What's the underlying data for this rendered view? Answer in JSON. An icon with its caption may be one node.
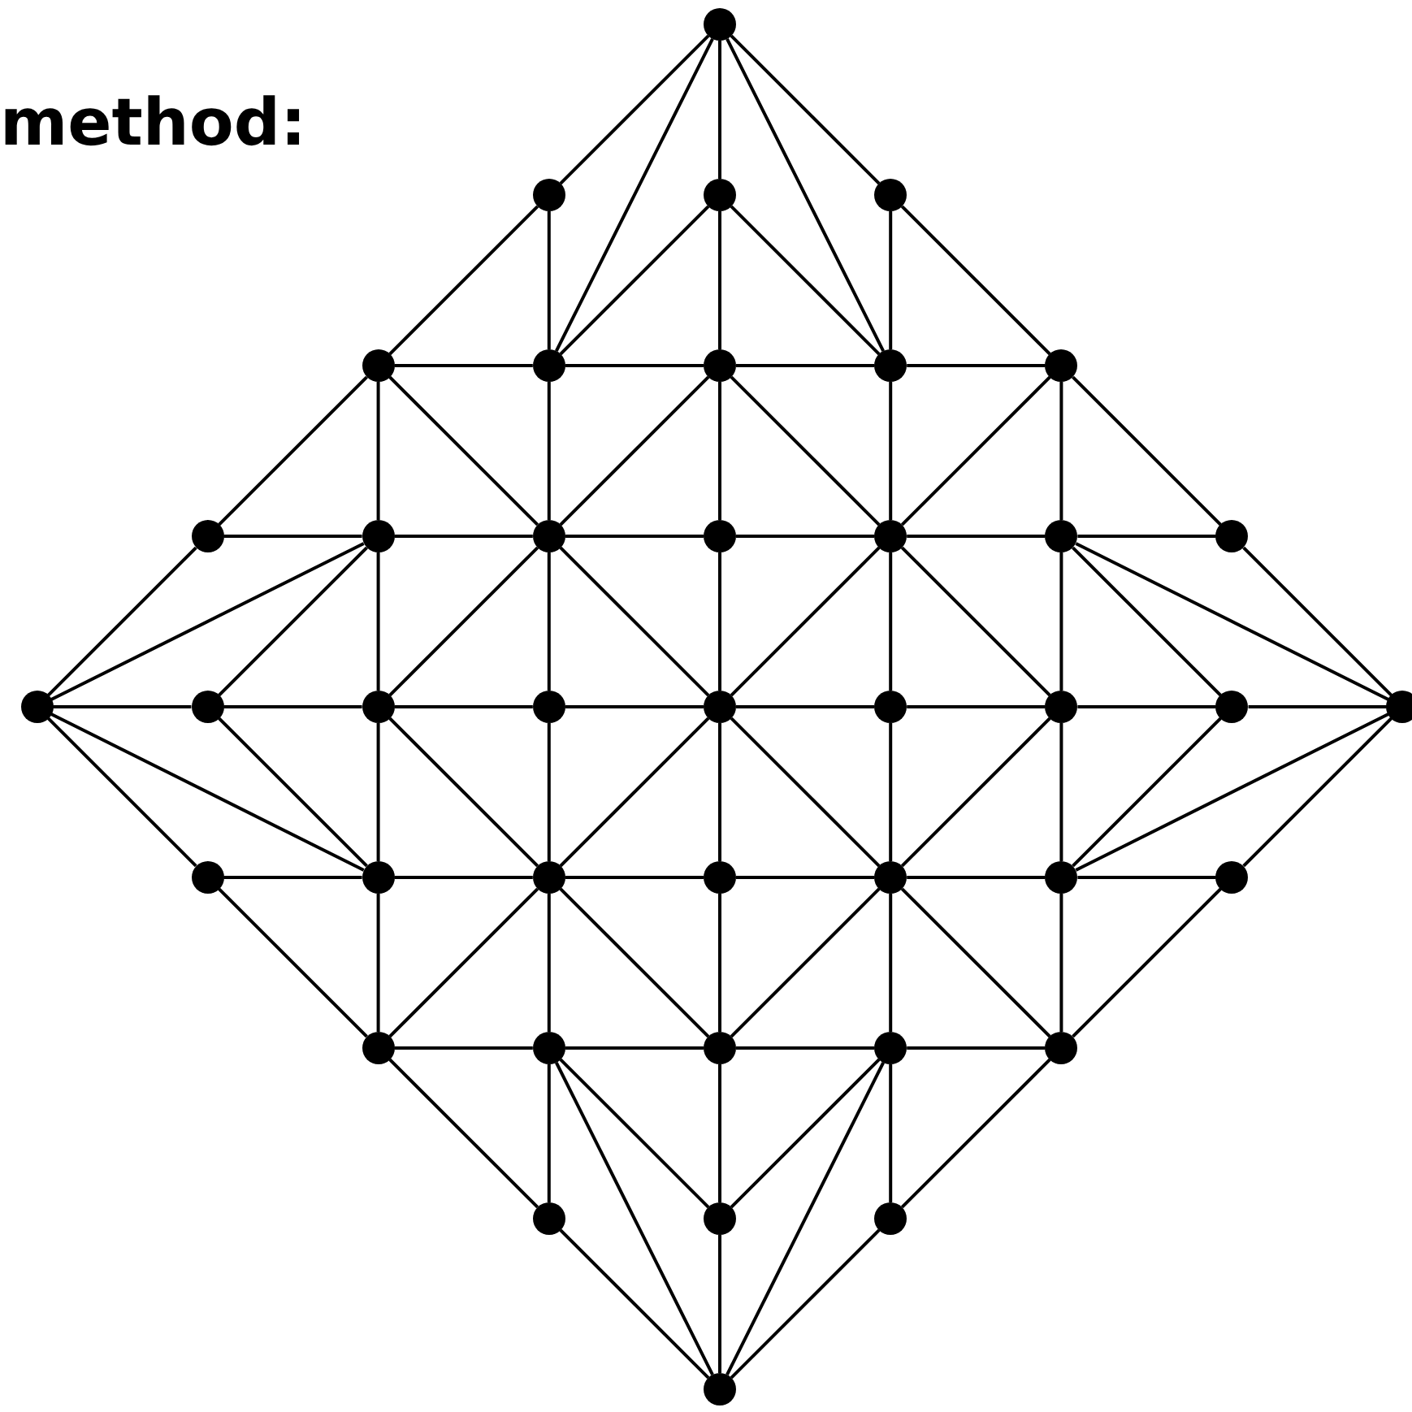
{
  "diagram": {
    "nodes": [
      {
        "text": [],
        "shape": "circle"
      },
      {
        "text": [],
        "shape": "circle"
      },
      {
        "text": [],
        "shape": "circle"
      },
      {
        "text": [],
        "shape": "circle"
      },
      {
        "text": [],
        "shape": "circle"
      },
      {
        "text": [],
        "shape": "circle"
      },
      {
        "text": [],
        "shape": "circle"
      },
      {
        "text": [],
        "shape": "circle"
      },
      {
        "text": [],
        "shape": "circle"
      },
      {
        "text": [],
        "shape": "circle"
      },
      {
        "text": [],
        "shape": "circle"
      },
      {
        "text": [],
        "shape": "circle"
      },
      {
        "text": [],
        "shape": "circle"
      },
      {
        "text": [],
        "shape": "circle"
      },
      {
        "text": [],
        "shape": "circle"
      },
      {
        "text": [],
        "shape": "circle"
      },
      {
        "text": [],
        "shape": "circle"
      },
      {
        "text": [],
        "shape": "circle"
      },
      {
        "text": [],
        "shape": "circle"
      },
      {
        "text": [],
        "shape": "circle"
      },
      {
        "text": [],
        "shape": "circle"
      },
      {
        "text": [],
        "shape": "circle"
      },
      {
        "text": [],
        "shape": "circle"
      },
      {
        "text": [],
        "shape": "circle"
      },
      {
        "text": [],
        "shape": "circle"
      },
      {
        "text": [],
        "shape": "circle"
      },
      {
        "text": [],
        "shape": "circle"
      },
      {
        "text": [],
        "shape": "circle"
      },
      {
        "text": [],
        "shape": "circle"
      },
      {
        "text": [],
        "shape": "circle"
      },
      {
        "text": [],
        "shape": "circle"
      },
      {
        "text": [],
        "shape": "circle"
      },
      {
        "text": [],
        "shape": "circle"
      },
      {
        "text": [],
        "shape": "circle"
      },
      {
        "text": [],
        "shape": "circle"
      },
      {
        "text": [],
        "shape": "circle"
      },
      {
        "text": [],
        "shape": "circle"
      },
      {
        "text": [],
        "shape": "circle"
      },
      {
        "text": [],
        "shape": "circle"
      },
      {
        "text": [],
        "shape": "circle"
      },
      {
        "text": [],
        "shape": "circle"
      }
    ],
    "edges": [
      {
        "from": 0,
        "to": 1,
        "arrow": "none"
      },
      {
        "from": 0,
        "to": 5,
        "arrow": "none"
      },
      {
        "from": 0,
        "to": 2,
        "arrow": "none"
      },
      {
        "from": 0,
        "to": 3,
        "arrow": "none"
      },
      {
        "from": 0,
        "to": 7,
        "arrow": "none"
      },
      {
        "from": 1,
        "to": 4,
        "arrow": "none"
      },
      {
        "from": 1,
        "to": 5,
        "arrow": "none"
      },
      {
        "from": 2,
        "to": 5,
        "arrow": "none"
      },
      {
        "from": 2,
        "to": 6,
        "arrow": "none"
      },
      {
        "from": 2,
        "to": 7,
        "arrow": "none"
      },
      {
        "from": 3,
        "to": 7,
        "arrow": "none"
      },
      {
        "from": 3,
        "to": 8,
        "arrow": "none"
      },
      {
        "from": 4,
        "to": 5,
        "arrow": "none"
      },
      {
        "from": 5,
        "to": 6,
        "arrow": "none"
      },
      {
        "from": 6,
        "to": 7,
        "arrow": "none"
      },
      {
        "from": 7,
        "to": 8,
        "arrow": "none"
      },
      {
        "from": 4,
        "to": 9,
        "arrow": "none"
      },
      {
        "from": 4,
        "to": 10,
        "arrow": "none"
      },
      {
        "from": 4,
        "to": 11,
        "arrow": "none"
      },
      {
        "from": 5,
        "to": 11,
        "arrow": "none"
      },
      {
        "from": 6,
        "to": 11,
        "arrow": "none"
      },
      {
        "from": 6,
        "to": 12,
        "arrow": "none"
      },
      {
        "from": 6,
        "to": 13,
        "arrow": "none"
      },
      {
        "from": 7,
        "to": 13,
        "arrow": "none"
      },
      {
        "from": 8,
        "to": 13,
        "arrow": "none"
      },
      {
        "from": 8,
        "to": 14,
        "arrow": "none"
      },
      {
        "from": 8,
        "to": 15,
        "arrow": "none"
      },
      {
        "from": 9,
        "to": 10,
        "arrow": "none"
      },
      {
        "from": 10,
        "to": 11,
        "arrow": "none"
      },
      {
        "from": 11,
        "to": 12,
        "arrow": "none"
      },
      {
        "from": 12,
        "to": 13,
        "arrow": "none"
      },
      {
        "from": 13,
        "to": 14,
        "arrow": "none"
      },
      {
        "from": 14,
        "to": 15,
        "arrow": "none"
      },
      {
        "from": 9,
        "to": 16,
        "arrow": "none"
      },
      {
        "from": 10,
        "to": 16,
        "arrow": "none"
      },
      {
        "from": 10,
        "to": 17,
        "arrow": "none"
      },
      {
        "from": 10,
        "to": 18,
        "arrow": "none"
      },
      {
        "from": 11,
        "to": 18,
        "arrow": "none"
      },
      {
        "from": 11,
        "to": 19,
        "arrow": "none"
      },
      {
        "from": 11,
        "to": 20,
        "arrow": "none"
      },
      {
        "from": 12,
        "to": 20,
        "arrow": "none"
      },
      {
        "from": 13,
        "to": 20,
        "arrow": "none"
      },
      {
        "from": 13,
        "to": 21,
        "arrow": "none"
      },
      {
        "from": 13,
        "to": 22,
        "arrow": "none"
      },
      {
        "from": 14,
        "to": 22,
        "arrow": "none"
      },
      {
        "from": 14,
        "to": 23,
        "arrow": "none"
      },
      {
        "from": 14,
        "to": 24,
        "arrow": "none"
      },
      {
        "from": 15,
        "to": 24,
        "arrow": "none"
      },
      {
        "from": 16,
        "to": 17,
        "arrow": "none"
      },
      {
        "from": 17,
        "to": 18,
        "arrow": "none"
      },
      {
        "from": 18,
        "to": 19,
        "arrow": "none"
      },
      {
        "from": 19,
        "to": 20,
        "arrow": "none"
      },
      {
        "from": 20,
        "to": 21,
        "arrow": "none"
      },
      {
        "from": 21,
        "to": 22,
        "arrow": "none"
      },
      {
        "from": 22,
        "to": 23,
        "arrow": "none"
      },
      {
        "from": 23,
        "to": 24,
        "arrow": "none"
      },
      {
        "from": 16,
        "to": 25,
        "arrow": "none"
      },
      {
        "from": 16,
        "to": 26,
        "arrow": "none"
      },
      {
        "from": 17,
        "to": 26,
        "arrow": "none"
      },
      {
        "from": 18,
        "to": 26,
        "arrow": "none"
      },
      {
        "from": 18,
        "to": 27,
        "arrow": "none"
      },
      {
        "from": 19,
        "to": 27,
        "arrow": "none"
      },
      {
        "from": 20,
        "to": 27,
        "arrow": "none"
      },
      {
        "from": 20,
        "to": 28,
        "arrow": "none"
      },
      {
        "from": 20,
        "to": 29,
        "arrow": "none"
      },
      {
        "from": 21,
        "to": 29,
        "arrow": "none"
      },
      {
        "from": 22,
        "to": 29,
        "arrow": "none"
      },
      {
        "from": 22,
        "to": 30,
        "arrow": "none"
      },
      {
        "from": 23,
        "to": 30,
        "arrow": "none"
      },
      {
        "from": 24,
        "to": 30,
        "arrow": "none"
      },
      {
        "from": 24,
        "to": 31,
        "arrow": "none"
      },
      {
        "from": 25,
        "to": 26,
        "arrow": "none"
      },
      {
        "from": 26,
        "to": 27,
        "arrow": "none"
      },
      {
        "from": 27,
        "to": 28,
        "arrow": "none"
      },
      {
        "from": 28,
        "to": 29,
        "arrow": "none"
      },
      {
        "from": 29,
        "to": 30,
        "arrow": "none"
      },
      {
        "from": 30,
        "to": 31,
        "arrow": "none"
      },
      {
        "from": 25,
        "to": 32,
        "arrow": "none"
      },
      {
        "from": 26,
        "to": 32,
        "arrow": "none"
      },
      {
        "from": 27,
        "to": 32,
        "arrow": "none"
      },
      {
        "from": 27,
        "to": 33,
        "arrow": "none"
      },
      {
        "from": 27,
        "to": 34,
        "arrow": "none"
      },
      {
        "from": 28,
        "to": 34,
        "arrow": "none"
      },
      {
        "from": 29,
        "to": 34,
        "arrow": "none"
      },
      {
        "from": 29,
        "to": 35,
        "arrow": "none"
      },
      {
        "from": 29,
        "to": 36,
        "arrow": "none"
      },
      {
        "from": 30,
        "to": 36,
        "arrow": "none"
      },
      {
        "from": 31,
        "to": 36,
        "arrow": "none"
      },
      {
        "from": 32,
        "to": 33,
        "arrow": "none"
      },
      {
        "from": 33,
        "to": 34,
        "arrow": "none"
      },
      {
        "from": 34,
        "to": 35,
        "arrow": "none"
      },
      {
        "from": 35,
        "to": 36,
        "arrow": "none"
      },
      {
        "from": 32,
        "to": 37,
        "arrow": "none"
      },
      {
        "from": 33,
        "to": 37,
        "arrow": "none"
      },
      {
        "from": 33,
        "to": 38,
        "arrow": "none"
      },
      {
        "from": 33,
        "to": 40,
        "arrow": "none"
      },
      {
        "from": 34,
        "to": 38,
        "arrow": "none"
      },
      {
        "from": 35,
        "to": 38,
        "arrow": "none"
      },
      {
        "from": 35,
        "to": 39,
        "arrow": "none"
      },
      {
        "from": 35,
        "to": 40,
        "arrow": "none"
      },
      {
        "from": 36,
        "to": 39,
        "arrow": "none"
      },
      {
        "from": 37,
        "to": 40,
        "arrow": "none"
      },
      {
        "from": 38,
        "to": 40,
        "arrow": "none"
      },
      {
        "from": 39,
        "to": 40,
        "arrow": "none"
      }
    ],
    "labels": [
      "method:"
    ]
  }
}
